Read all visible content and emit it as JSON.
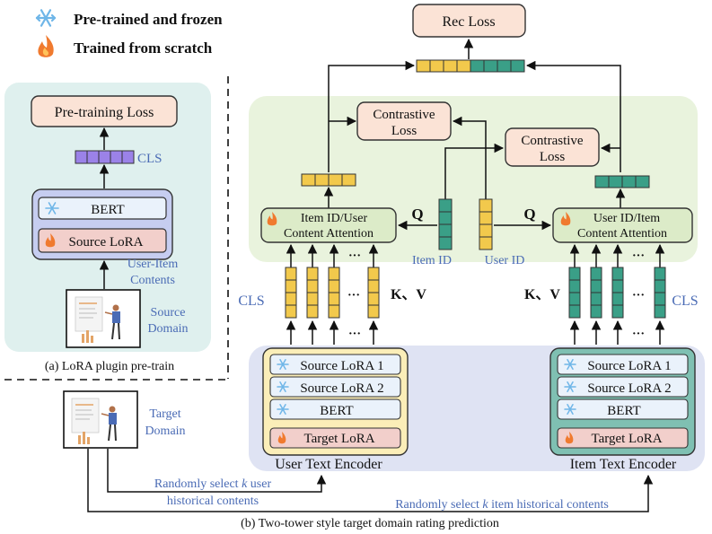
{
  "legend": {
    "frozen_label": "Pre-trained and frozen",
    "scratch_label": "Trained from scratch",
    "frozen_icon": "snowflake-icon",
    "scratch_icon": "flame-icon"
  },
  "pretrain": {
    "loss_label": "Pre-training Loss",
    "cls_label": "CLS",
    "bert_label": "BERT",
    "source_lora_label": "Source LoRA",
    "contents_label_1": "User-Item",
    "contents_label_2": "Contents",
    "domain_label_1": "Source",
    "domain_label_2": "Domain",
    "caption": "(a) LoRA plugin pre-train"
  },
  "target": {
    "domain_label_1": "Target",
    "domain_label_2": "Domain",
    "rec_loss": "Rec Loss",
    "contrastive_loss_left_1": "Contrastive",
    "contrastive_loss_left_2": "Loss",
    "contrastive_loss_right_1": "Contrastive",
    "contrastive_loss_right_2": "Loss",
    "item_attention_1": "Item ID/User",
    "item_attention_2": "Content Attention",
    "user_attention_1": "User ID/Item",
    "user_attention_2": "Content Attention",
    "q_label": "Q",
    "kv_label": "K、V",
    "item_id_label": "Item ID",
    "user_id_label": "User ID",
    "cls_label": "CLS",
    "ellipsis": "···",
    "user_encoder": {
      "source_lora_1": "Source LoRA 1",
      "source_lora_2": "Source LoRA 2",
      "bert": "BERT",
      "target_lora": "Target LoRA",
      "title": "User Text Encoder"
    },
    "item_encoder": {
      "source_lora_1": "Source LoRA 1",
      "source_lora_2": "Source LoRA 2",
      "bert": "BERT",
      "target_lora": "Target LoRA",
      "title": "Item Text Encoder"
    },
    "select_user_1a": "Randomly select ",
    "select_user_k": "k",
    "select_user_1b": " user",
    "select_user_2": "historical  contents",
    "select_item_a": "Randomly select ",
    "select_item_k": "k",
    "select_item_b": " item historical contents",
    "caption": "(b) Two-tower style target domain rating prediction"
  },
  "colors": {
    "teal_bg": "#dff0ee",
    "green_bg": "#e9f3dd",
    "lavender_bg": "#dfe3f3",
    "loss_fill": "#fbe3d6",
    "attn_fill": "#dcebc8",
    "yellow_token": "#f2c94c",
    "green_token": "#3a9f87",
    "purple_token": "#9b82e8",
    "lora_fill": "#f2cfcb",
    "bert_fill": "#eaf2fb",
    "user_enc_fill": "#fbeeb8",
    "item_enc_fill": "#7fc0b2"
  }
}
